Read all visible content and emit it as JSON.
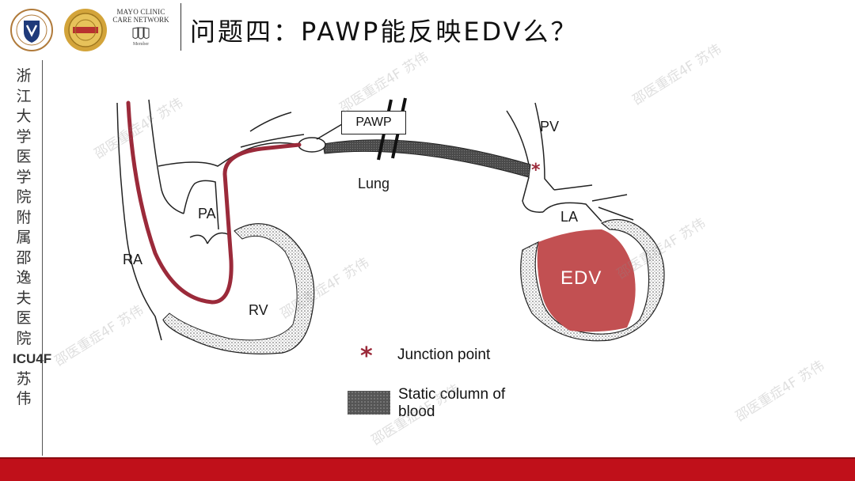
{
  "header": {
    "title": "问题四：PAWP能反映EDV么？",
    "mayo_line1": "MAYO CLINIC",
    "mayo_line2": "CARE NETWORK",
    "mayo_member": "Member"
  },
  "sidebar": {
    "institution": "浙江大学医学院附属邵逸夫医院",
    "unit": "ICU4F",
    "author": "苏伟"
  },
  "diagram": {
    "pawp": "PAWP",
    "lung": "Lung",
    "pv": "PV",
    "pa": "PA",
    "la": "LA",
    "ra": "RA",
    "rv": "RV",
    "edv": "EDV"
  },
  "legend": {
    "junction_symbol": "*",
    "junction": "Junction point",
    "static_column": "Static column of blood"
  },
  "watermark": "邵医重症4F 苏伟",
  "colors": {
    "catheter": "#9b2a3a",
    "edv_fill": "#c25052",
    "footer": "#c0101a"
  }
}
